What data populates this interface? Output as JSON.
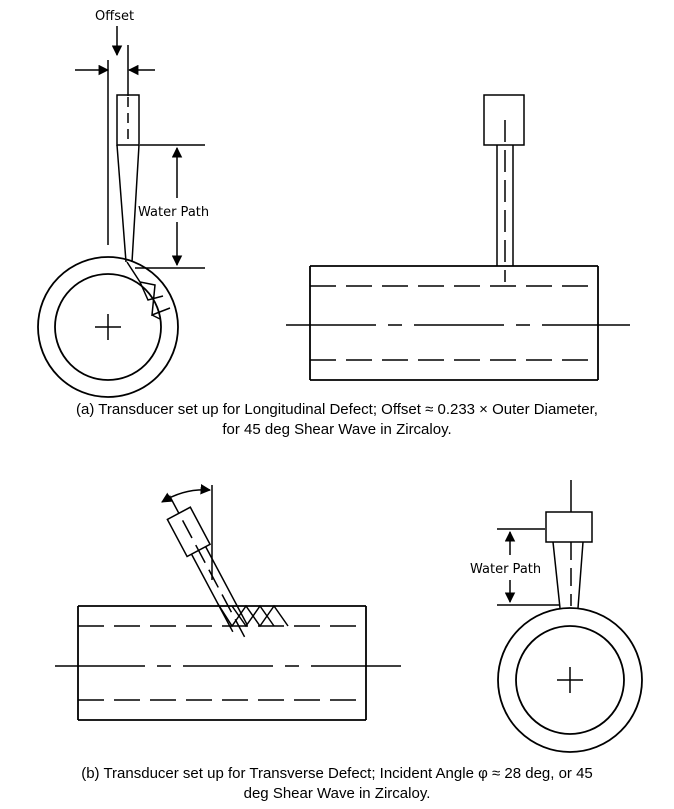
{
  "figure_a": {
    "offset_label": "Offset",
    "water_path_label": "Water Path",
    "caption_line1": "(a) Transducer set up for Longitudinal Defect; Offset ≈ 0.233 × Outer Diameter,",
    "caption_line2": "for 45 deg Shear Wave in Zircaloy."
  },
  "figure_b": {
    "water_path_label": "Water Path",
    "caption_line1": "(b) Transducer set up for Transverse Defect; Incident Angle φ ≈ 28 deg, or 45",
    "caption_line2": "deg Shear Wave in Zircaloy."
  }
}
